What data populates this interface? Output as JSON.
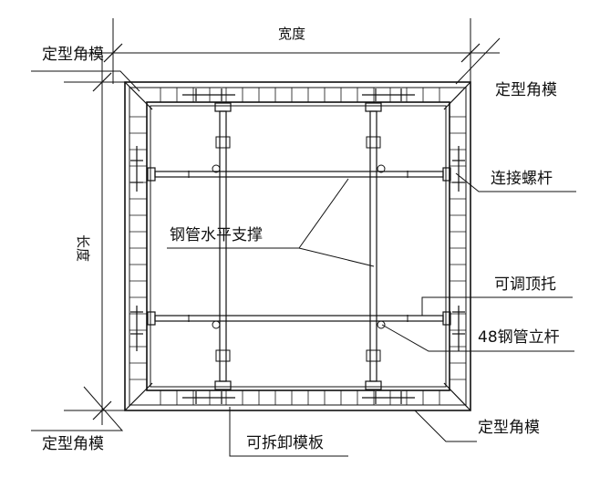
{
  "labels": {
    "width": "宽度",
    "length": "长度",
    "corner_tl": "定型角模",
    "corner_tr": "定型角模",
    "corner_bl": "定型角模",
    "corner_br": "定型角模",
    "connecting_bolt": "连接螺杆",
    "horizontal_brace": "钢管水平支撑",
    "adjustable_top_support": "可调顶托",
    "steel_tube_post": "48钢管立杆",
    "removable_formwork": "可拆卸模板"
  },
  "colors": {
    "line": "#111111",
    "background": "#ffffff"
  }
}
